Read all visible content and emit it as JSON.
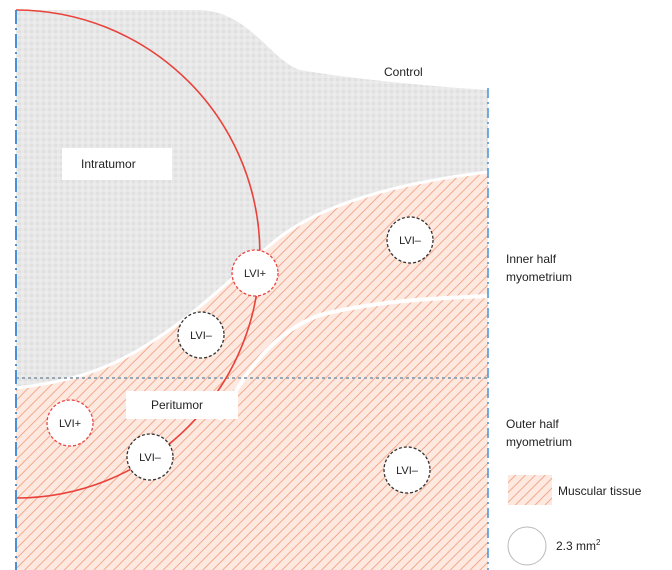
{
  "diagram": {
    "title": "",
    "regions": {
      "control": "Control",
      "intratumor": "Intratumor",
      "peritumor": "Peritumor",
      "inner_half": [
        "Inner half",
        "myometrium"
      ],
      "outer_half": [
        "Outer half",
        "myometrium"
      ]
    },
    "samples": [
      {
        "label": "LVI+",
        "status": "positive"
      },
      {
        "label": "LVI–",
        "status": "negative"
      },
      {
        "label": "LVI+",
        "status": "positive"
      },
      {
        "label": "LVI–",
        "status": "negative"
      },
      {
        "label": "LVI–",
        "status": "negative"
      },
      {
        "label": "LVI–",
        "status": "negative"
      }
    ],
    "legend": {
      "muscular_label": "Muscular tissue",
      "size_label": "2.3 mm",
      "size_superscript": "2"
    },
    "colors": {
      "tumor_boundary": "#e8423a",
      "positive_circle": "#e84545",
      "negative_circle": "#333333",
      "muscle_hatch": "#f2a98e",
      "muscle_fill": "#fde9e0",
      "tissue_grey": "#e6e6e6",
      "border_dash": "#4a90d9"
    }
  }
}
